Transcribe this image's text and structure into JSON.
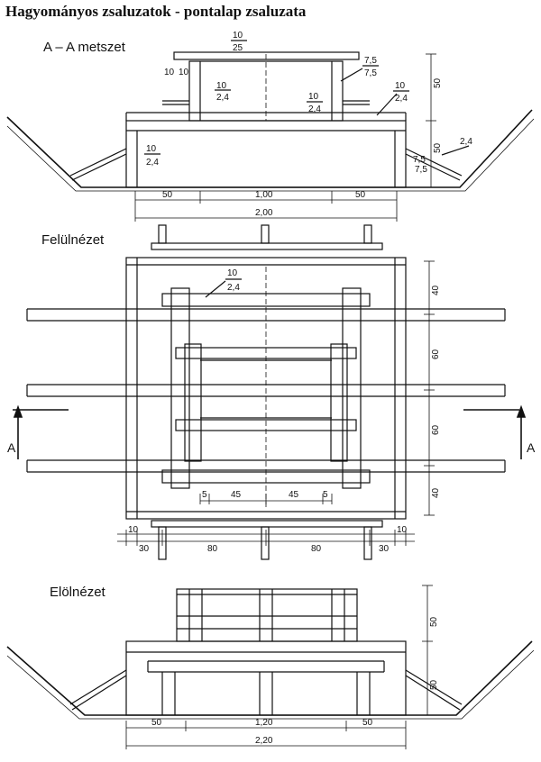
{
  "title": "Hagyományos zsaluzatok - pontalap zsaluzata",
  "views": {
    "section": "A – A  metszet",
    "top": "Felülnézet",
    "front": "Elölnézet"
  },
  "cut_marks": {
    "left": "A",
    "right": "A"
  },
  "labels": {
    "sec_top_board": [
      "10",
      "25"
    ],
    "sec_side_left": [
      "10",
      "10"
    ],
    "sec_inner_left": [
      "10",
      "2,4"
    ],
    "sec_inner_right": [
      "10",
      "2,4"
    ],
    "sec_brace_upper": [
      "7,5",
      "7,5"
    ],
    "sec_box_right": [
      "10",
      "2,4"
    ],
    "sec_box_left": [
      "10",
      "2,4"
    ],
    "sec_strut": "2,4",
    "sec_brace_lower": [
      "7,5",
      "7,5"
    ],
    "top_board": [
      "10",
      "2,4"
    ]
  },
  "dimensions": {
    "sec_bottom": [
      "50",
      "1,00",
      "50"
    ],
    "sec_total": "2,00",
    "sec_heights": [
      "50",
      "50"
    ],
    "top_right": [
      "40",
      "60",
      "60",
      "40"
    ],
    "top_inner": [
      "5",
      "45",
      "45",
      "5"
    ],
    "top_bottom_outer": [
      "10",
      "10"
    ],
    "top_bottom": [
      "30",
      "80",
      "80",
      "30"
    ],
    "front_heights": [
      "50",
      "50"
    ],
    "front_bottom": [
      "50",
      "1,20",
      "50"
    ],
    "front_total": "2,20"
  }
}
